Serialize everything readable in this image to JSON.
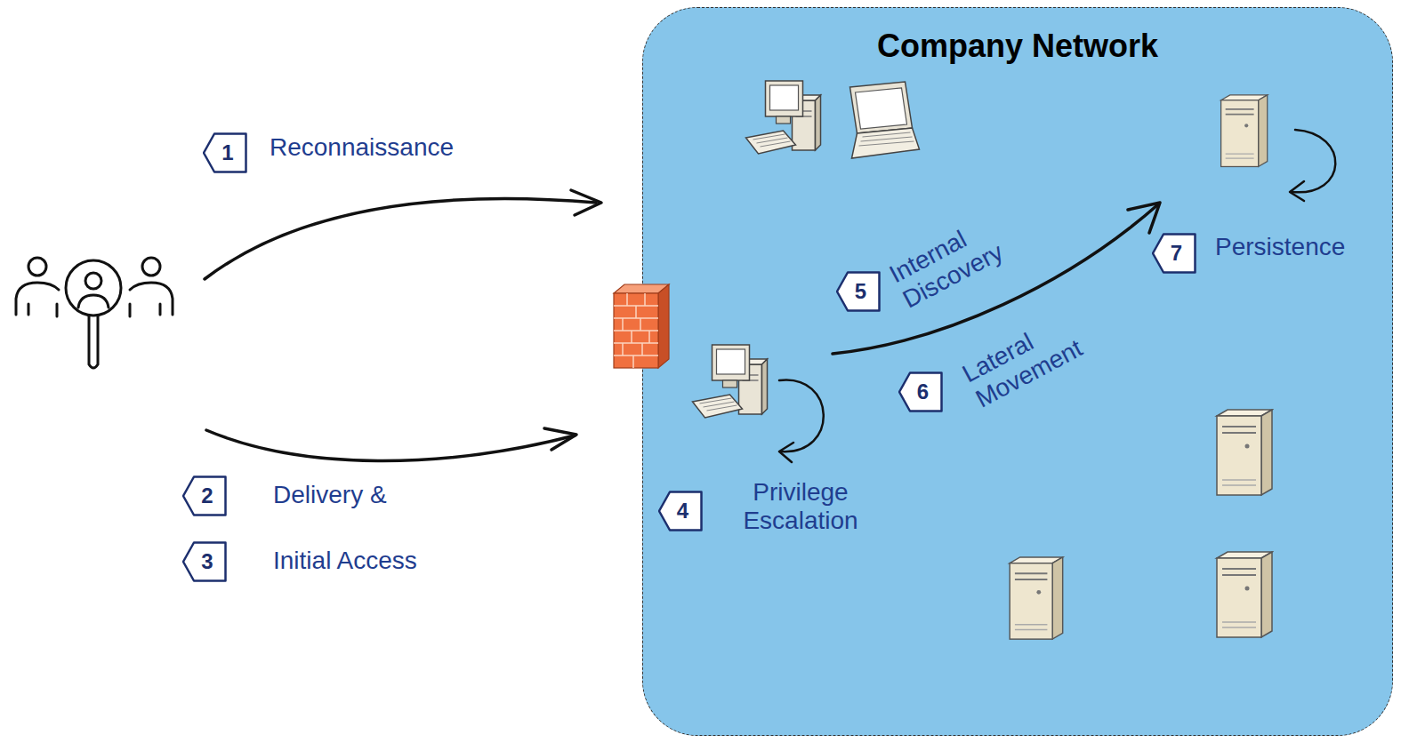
{
  "diagram": {
    "nodes": [
      {
        "text": [
          "Company Network"
        ]
      },
      {
        "text": [
          "1"
        ]
      },
      {
        "text": [
          "2"
        ]
      },
      {
        "text": [
          "3"
        ]
      },
      {
        "text": [
          "4"
        ],
        "in": 0
      },
      {
        "text": [
          "5"
        ],
        "in": 0
      },
      {
        "text": [
          "6"
        ],
        "in": 0
      },
      {
        "text": [
          "7"
        ],
        "in": 0
      }
    ],
    "labels": [
      "Reconnaissance",
      "Delivery &",
      "Initial Access",
      "Privilege Escalation",
      "Internal Discovery",
      "Lateral Movement",
      "Persistence"
    ]
  }
}
